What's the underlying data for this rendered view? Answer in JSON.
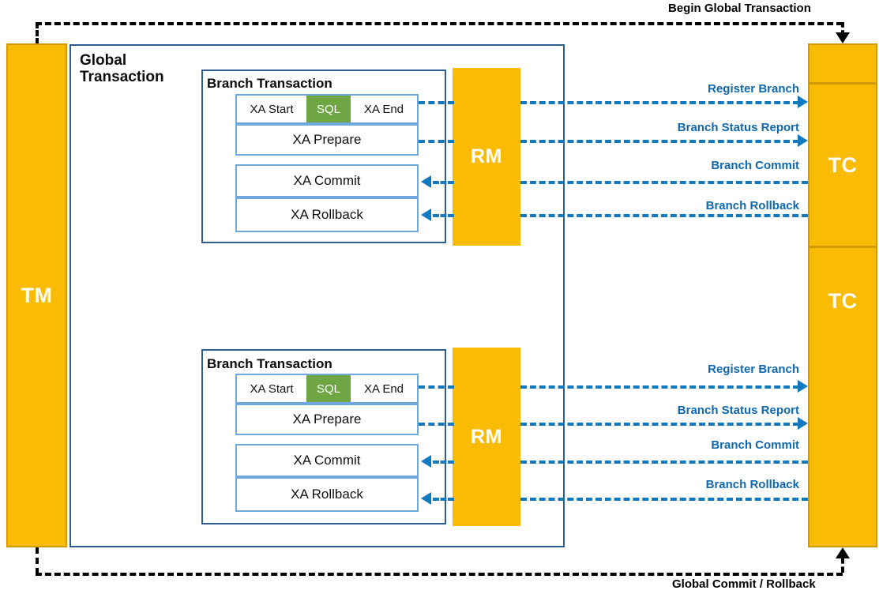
{
  "diagram": {
    "title_flows": {
      "begin_global_transaction": "Begin Global Transaction",
      "global_commit_rollback": "Global Commit / Rollback"
    },
    "participants": {
      "tm": "TM",
      "rm": "RM",
      "tc": "TC"
    },
    "containers": {
      "global_transaction": "Global\nTransaction",
      "global_transaction_line1": "Global",
      "global_transaction_line2": "Transaction",
      "branch_transaction": "Branch Transaction"
    },
    "xa_steps": {
      "xa_start": "XA Start",
      "sql": "SQL",
      "xa_end": "XA End",
      "xa_prepare": "XA Prepare",
      "xa_commit": "XA Commit",
      "xa_rollback": "XA Rollback"
    },
    "tc_flows": [
      {
        "label": "Register Branch",
        "direction": "to-tc"
      },
      {
        "label": "Branch Status Report",
        "direction": "to-tc"
      },
      {
        "label": "Branch Commit",
        "direction": "to-rm"
      },
      {
        "label": "Branch Rollback",
        "direction": "to-rm"
      }
    ],
    "branches": [
      {
        "title": "Branch Transaction",
        "flows": [
          {
            "label": "Register Branch"
          },
          {
            "label": "Branch Status Report"
          },
          {
            "label": "Branch Commit"
          },
          {
            "label": "Branch Rollback"
          }
        ]
      },
      {
        "title": "Branch Transaction",
        "flows": [
          {
            "label": "Register Branch"
          },
          {
            "label": "Branch Status Report"
          },
          {
            "label": "Branch Commit"
          },
          {
            "label": "Branch Rollback"
          }
        ]
      }
    ],
    "colors": {
      "orange": "#FABB05",
      "orange_border": "#D19A00",
      "blue_accent": "#1379BF",
      "blue_label": "#1068AE",
      "dark_blue_border": "#2E5E8E",
      "light_blue_border": "#6FA8DC",
      "green": "#6FA644",
      "black": "#000000",
      "white": "#FFFFFF"
    }
  }
}
